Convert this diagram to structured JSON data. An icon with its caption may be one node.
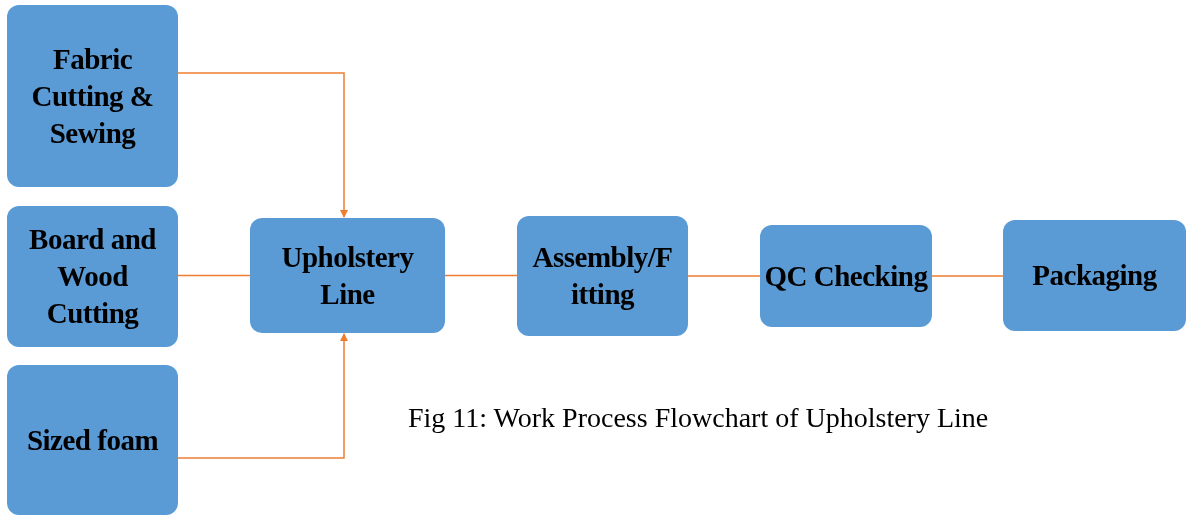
{
  "diagram": {
    "caption": "Fig 11: Work Process Flowchart of Upholstery Line",
    "nodes": [
      {
        "text": [
          "Fabric Cutting & Sewing"
        ]
      },
      {
        "text": [
          "Board and Wood Cutting"
        ]
      },
      {
        "text": [
          "Sized foam"
        ]
      },
      {
        "text": [
          "Upholstery Line"
        ]
      },
      {
        "text": [
          "Assembly/F itting"
        ]
      },
      {
        "text": [
          "QC Checking"
        ]
      },
      {
        "text": [
          "Packaging"
        ]
      }
    ],
    "edges": [
      {
        "from": 0,
        "to": 3,
        "arrow": "to"
      },
      {
        "from": 1,
        "to": 3,
        "arrow": "none"
      },
      {
        "from": 2,
        "to": 3,
        "arrow": "to"
      },
      {
        "from": 3,
        "to": 4,
        "arrow": "none"
      },
      {
        "from": 4,
        "to": 5,
        "arrow": "none"
      },
      {
        "from": 5,
        "to": 6,
        "arrow": "none"
      }
    ]
  }
}
